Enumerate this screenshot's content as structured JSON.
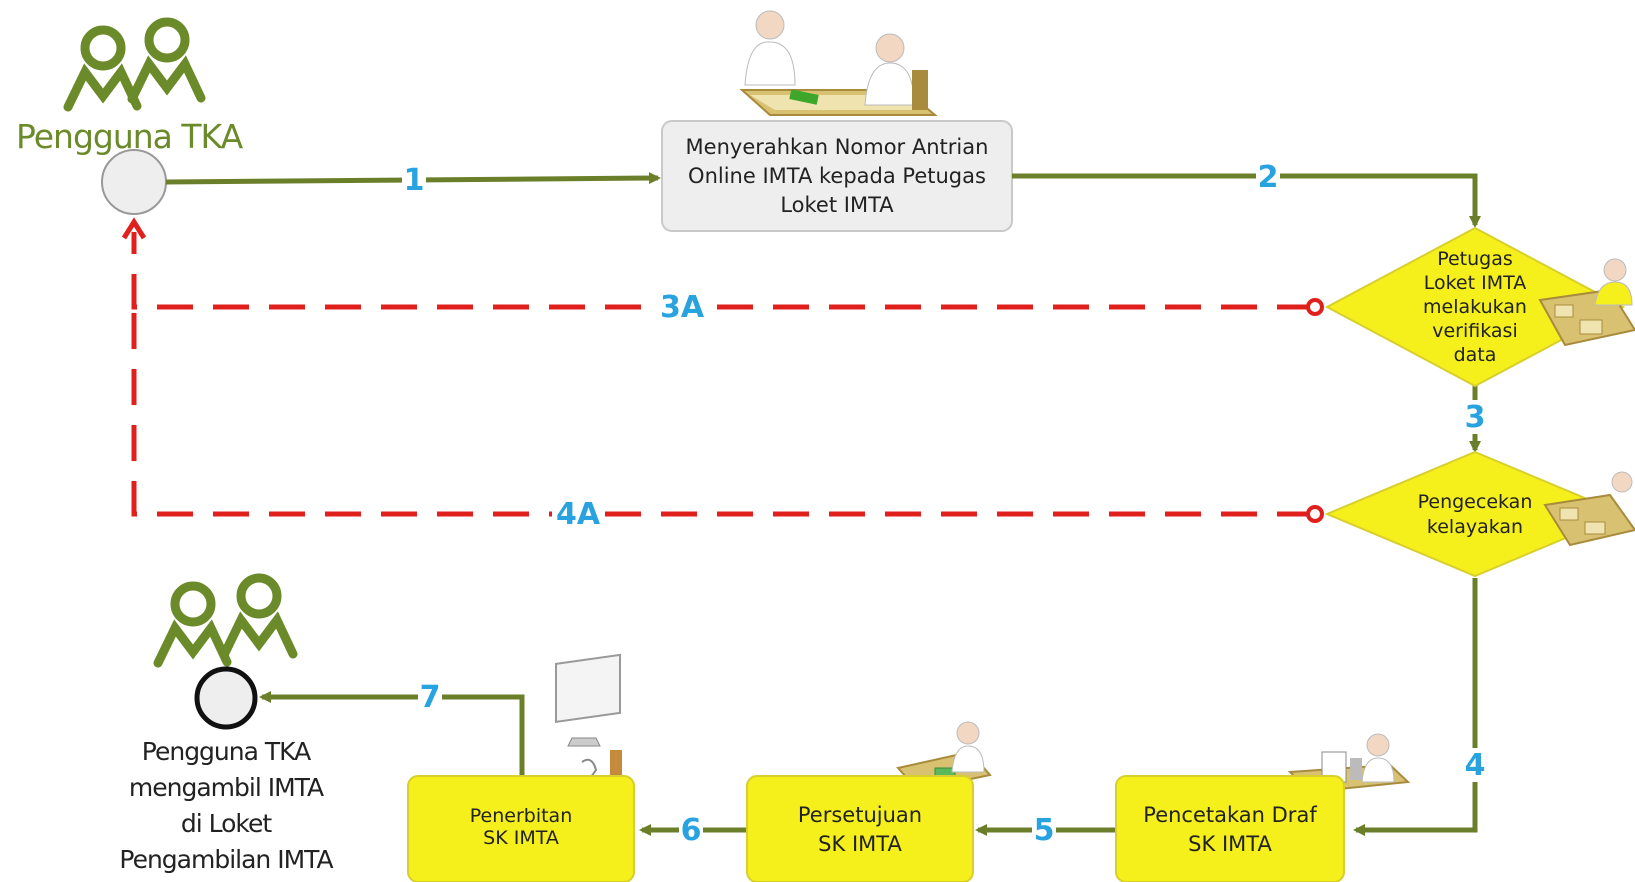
{
  "actors": {
    "start_label": "Pengguna TKA",
    "end_label_lines": [
      "Pengguna TKA",
      "mengambil IMTA",
      "di Loket",
      "Pengambilan IMTA"
    ]
  },
  "nodes": {
    "submit": [
      "Menyerahkan Nomor Antrian",
      "Online IMTA kepada Petugas",
      "Loket IMTA"
    ],
    "verify": [
      "Petugas",
      "Loket IMTA",
      "melakukan",
      "verifikasi",
      "data"
    ],
    "check": [
      "Pengecekan",
      "kelayakan"
    ],
    "print": [
      "Pencetakan Draf",
      "SK IMTA"
    ],
    "approve": [
      "Persetujuan",
      "SK IMTA"
    ],
    "issue": [
      "Penerbitan",
      "SK IMTA"
    ]
  },
  "steps": {
    "s1": "1",
    "s2": "2",
    "s3": "3",
    "s3a": "3A",
    "s4": "4",
    "s4a": "4A",
    "s5": "5",
    "s6": "6",
    "s7": "7"
  },
  "colors": {
    "flow": "#6b7f2a",
    "reject": "#e0201c",
    "step_label": "#29a3e0",
    "decision_fill": "#f5ef1c",
    "process_fill": "#f5ef1c",
    "submit_fill": "#eeeeee",
    "actor_icon": "#6b8a2a"
  },
  "icons": [
    "people-icon",
    "desk-meeting-icon",
    "desk-worker-icon",
    "clipboard-icon",
    "computer-desk-icon"
  ]
}
